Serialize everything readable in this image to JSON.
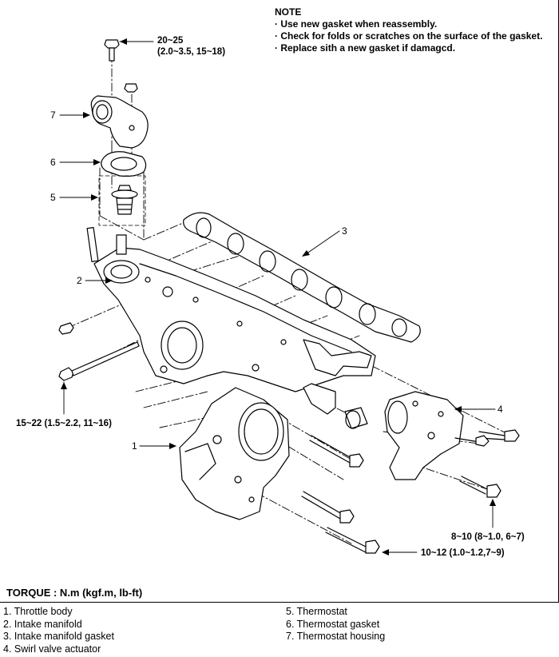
{
  "note": {
    "title": "NOTE",
    "lines": [
      "· Use new gasket when reassembly.",
      "· Check for folds or scratches on the surface of the gasket.",
      "· Replace sith a new gasket if damagcd."
    ]
  },
  "torques": {
    "top_bolt": [
      "20~25",
      "(2.0~3.5, 15~18)"
    ],
    "left_bolt": "15~22 (1.5~2.2, 11~16)",
    "right_bolt": "8~10 (8~1.0, 6~7)",
    "bottom_bolt": "10~12 (1.0~1.2,7~9)"
  },
  "callouts": [
    "1",
    "2",
    "3",
    "4",
    "5",
    "6",
    "7"
  ],
  "torque_title": "TORQUE : N.m (kgf.m, lb-ft)",
  "legend": {
    "left": [
      "1.  Throttle body",
      "2.  Intake manifold",
      "3.  Intake manifold gasket",
      "4.  Swirl valve actuator"
    ],
    "right": [
      "5.  Thermostat",
      "6.  Thermostat gasket",
      "7.  Thermostat housing"
    ]
  }
}
